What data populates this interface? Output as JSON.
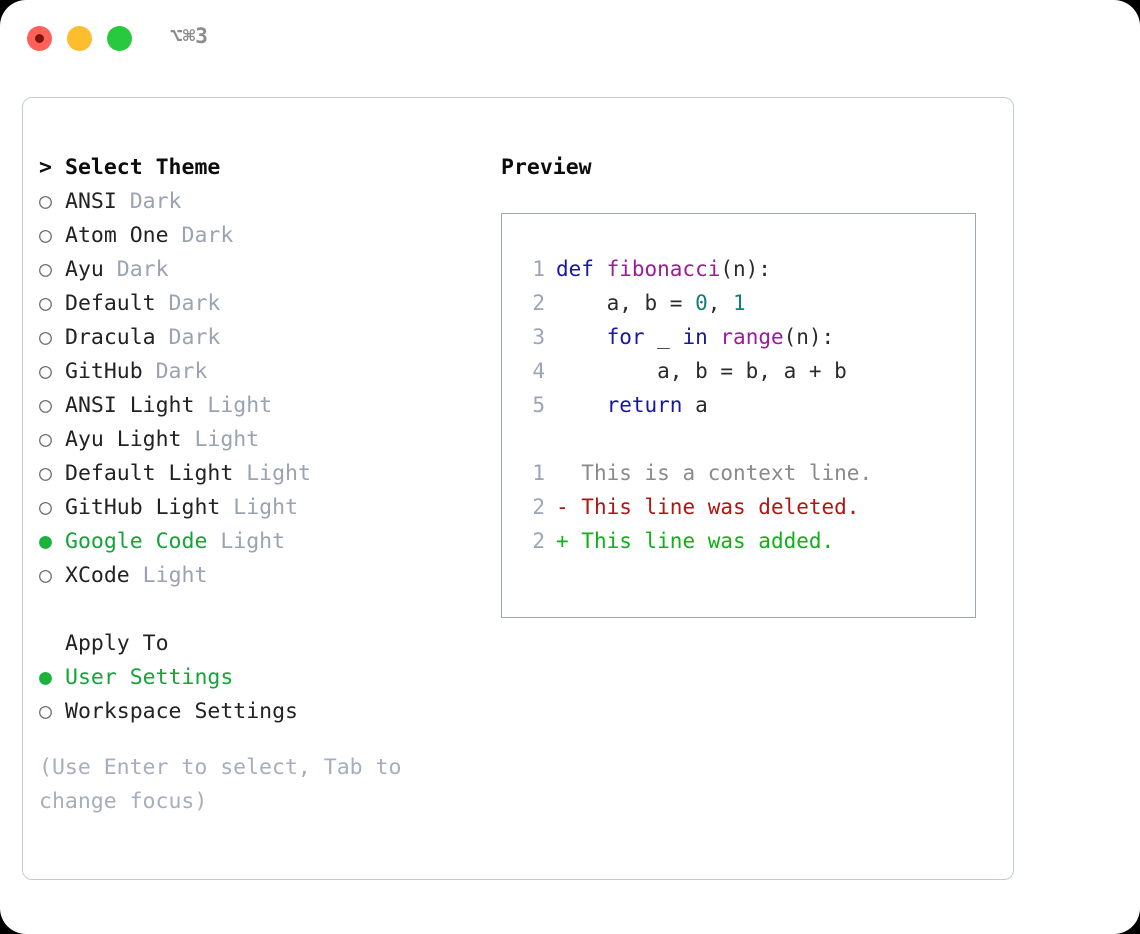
{
  "window": {
    "traffic_lights": [
      "close",
      "minimize",
      "zoom"
    ],
    "title_shortcut": "⌥⌘3",
    "colors": {
      "red": "#ff6058",
      "amber": "#febc2f",
      "green": "#28c83f",
      "accent_green": "#14a437",
      "muted": "#9aa3b2",
      "border": "#c3cbd8"
    }
  },
  "theme_picker": {
    "heading_prefix": ">",
    "heading": "Select Theme",
    "items": [
      {
        "bullet": "○",
        "label": "ANSI",
        "badge": "Dark",
        "selected": false
      },
      {
        "bullet": "○",
        "label": "Atom One",
        "badge": "Dark",
        "selected": false
      },
      {
        "bullet": "○",
        "label": "Ayu",
        "badge": "Dark",
        "selected": false
      },
      {
        "bullet": "○",
        "label": "Default",
        "badge": "Dark",
        "selected": false
      },
      {
        "bullet": "○",
        "label": "Dracula",
        "badge": "Dark",
        "selected": false
      },
      {
        "bullet": "○",
        "label": "GitHub",
        "badge": "Dark",
        "selected": false
      },
      {
        "bullet": "○",
        "label": "ANSI Light",
        "badge": "Light",
        "selected": false
      },
      {
        "bullet": "○",
        "label": "Ayu Light",
        "badge": "Light",
        "selected": false
      },
      {
        "bullet": "○",
        "label": "Default Light",
        "badge": "Light",
        "selected": false
      },
      {
        "bullet": "○",
        "label": "GitHub Light",
        "badge": "Light",
        "selected": false
      },
      {
        "bullet": "●",
        "label": "Google Code",
        "badge": "Light",
        "selected": true
      },
      {
        "bullet": "○",
        "label": "XCode",
        "badge": "Light",
        "selected": false
      }
    ]
  },
  "apply_to": {
    "heading": "Apply To",
    "items": [
      {
        "bullet": "●",
        "label": "User Settings",
        "selected": true
      },
      {
        "bullet": "○",
        "label": "Workspace Settings",
        "selected": false
      }
    ]
  },
  "hint": "(Use Enter to select, Tab to change focus)",
  "preview": {
    "label": "Preview",
    "code_lines": [
      {
        "n": "1",
        "tokens": [
          {
            "t": "def ",
            "c": "kw"
          },
          {
            "t": "fibonacci",
            "c": "fn"
          },
          {
            "t": "(n):",
            "c": "pln"
          }
        ]
      },
      {
        "n": "2",
        "tokens": [
          {
            "t": "    a, b = ",
            "c": "pln"
          },
          {
            "t": "0",
            "c": "num"
          },
          {
            "t": ", ",
            "c": "pln"
          },
          {
            "t": "1",
            "c": "num"
          }
        ]
      },
      {
        "n": "3",
        "tokens": [
          {
            "t": "    ",
            "c": "pln"
          },
          {
            "t": "for",
            "c": "kw"
          },
          {
            "t": " _ ",
            "c": "pln"
          },
          {
            "t": "in",
            "c": "kw"
          },
          {
            "t": " ",
            "c": "pln"
          },
          {
            "t": "range",
            "c": "fn"
          },
          {
            "t": "(n):",
            "c": "pln"
          }
        ]
      },
      {
        "n": "4",
        "tokens": [
          {
            "t": "        a, b = b, a + b",
            "c": "pln"
          }
        ]
      },
      {
        "n": "5",
        "tokens": [
          {
            "t": "    ",
            "c": "pln"
          },
          {
            "t": "return",
            "c": "kw"
          },
          {
            "t": " a",
            "c": "pln"
          }
        ]
      }
    ],
    "diff_lines": [
      {
        "n": "1",
        "marker": "  ",
        "text": "This is a context line.",
        "kind": "ctx"
      },
      {
        "n": "2",
        "marker": "- ",
        "text": "This line was deleted.",
        "kind": "del"
      },
      {
        "n": "2",
        "marker": "+ ",
        "text": "This line was added.",
        "kind": "add"
      }
    ],
    "syntax_colors": {
      "keyword": "#1616a8",
      "function": "#9c1a9c",
      "number": "#157d78",
      "plain": "#2b2b2b",
      "gutter": "#9aa5b5",
      "context": "#8a8a8a",
      "deleted": "#b01512",
      "added": "#10b016"
    }
  }
}
